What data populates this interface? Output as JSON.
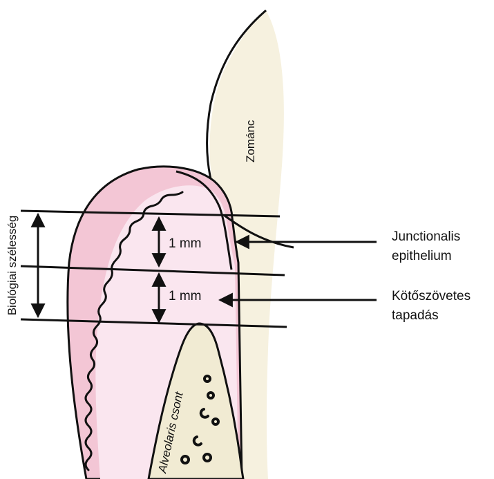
{
  "labels": {
    "enamel": "Zománc",
    "junctional": [
      "Junctionalis",
      "epithelium"
    ],
    "connective": [
      "Kötőszövetes",
      "tapadás"
    ],
    "biologic_width": "Biológiai szélesség",
    "measure_upper": "1 mm",
    "measure_lower": "1 mm",
    "bone": "Alveolaris csont"
  },
  "colors": {
    "tooth": "#f6f1df",
    "gingiva_outer": "#f3c6d5",
    "gingiva_inner": "#fae6ef",
    "bone": "#f1ebd3",
    "stroke": "#111111"
  }
}
